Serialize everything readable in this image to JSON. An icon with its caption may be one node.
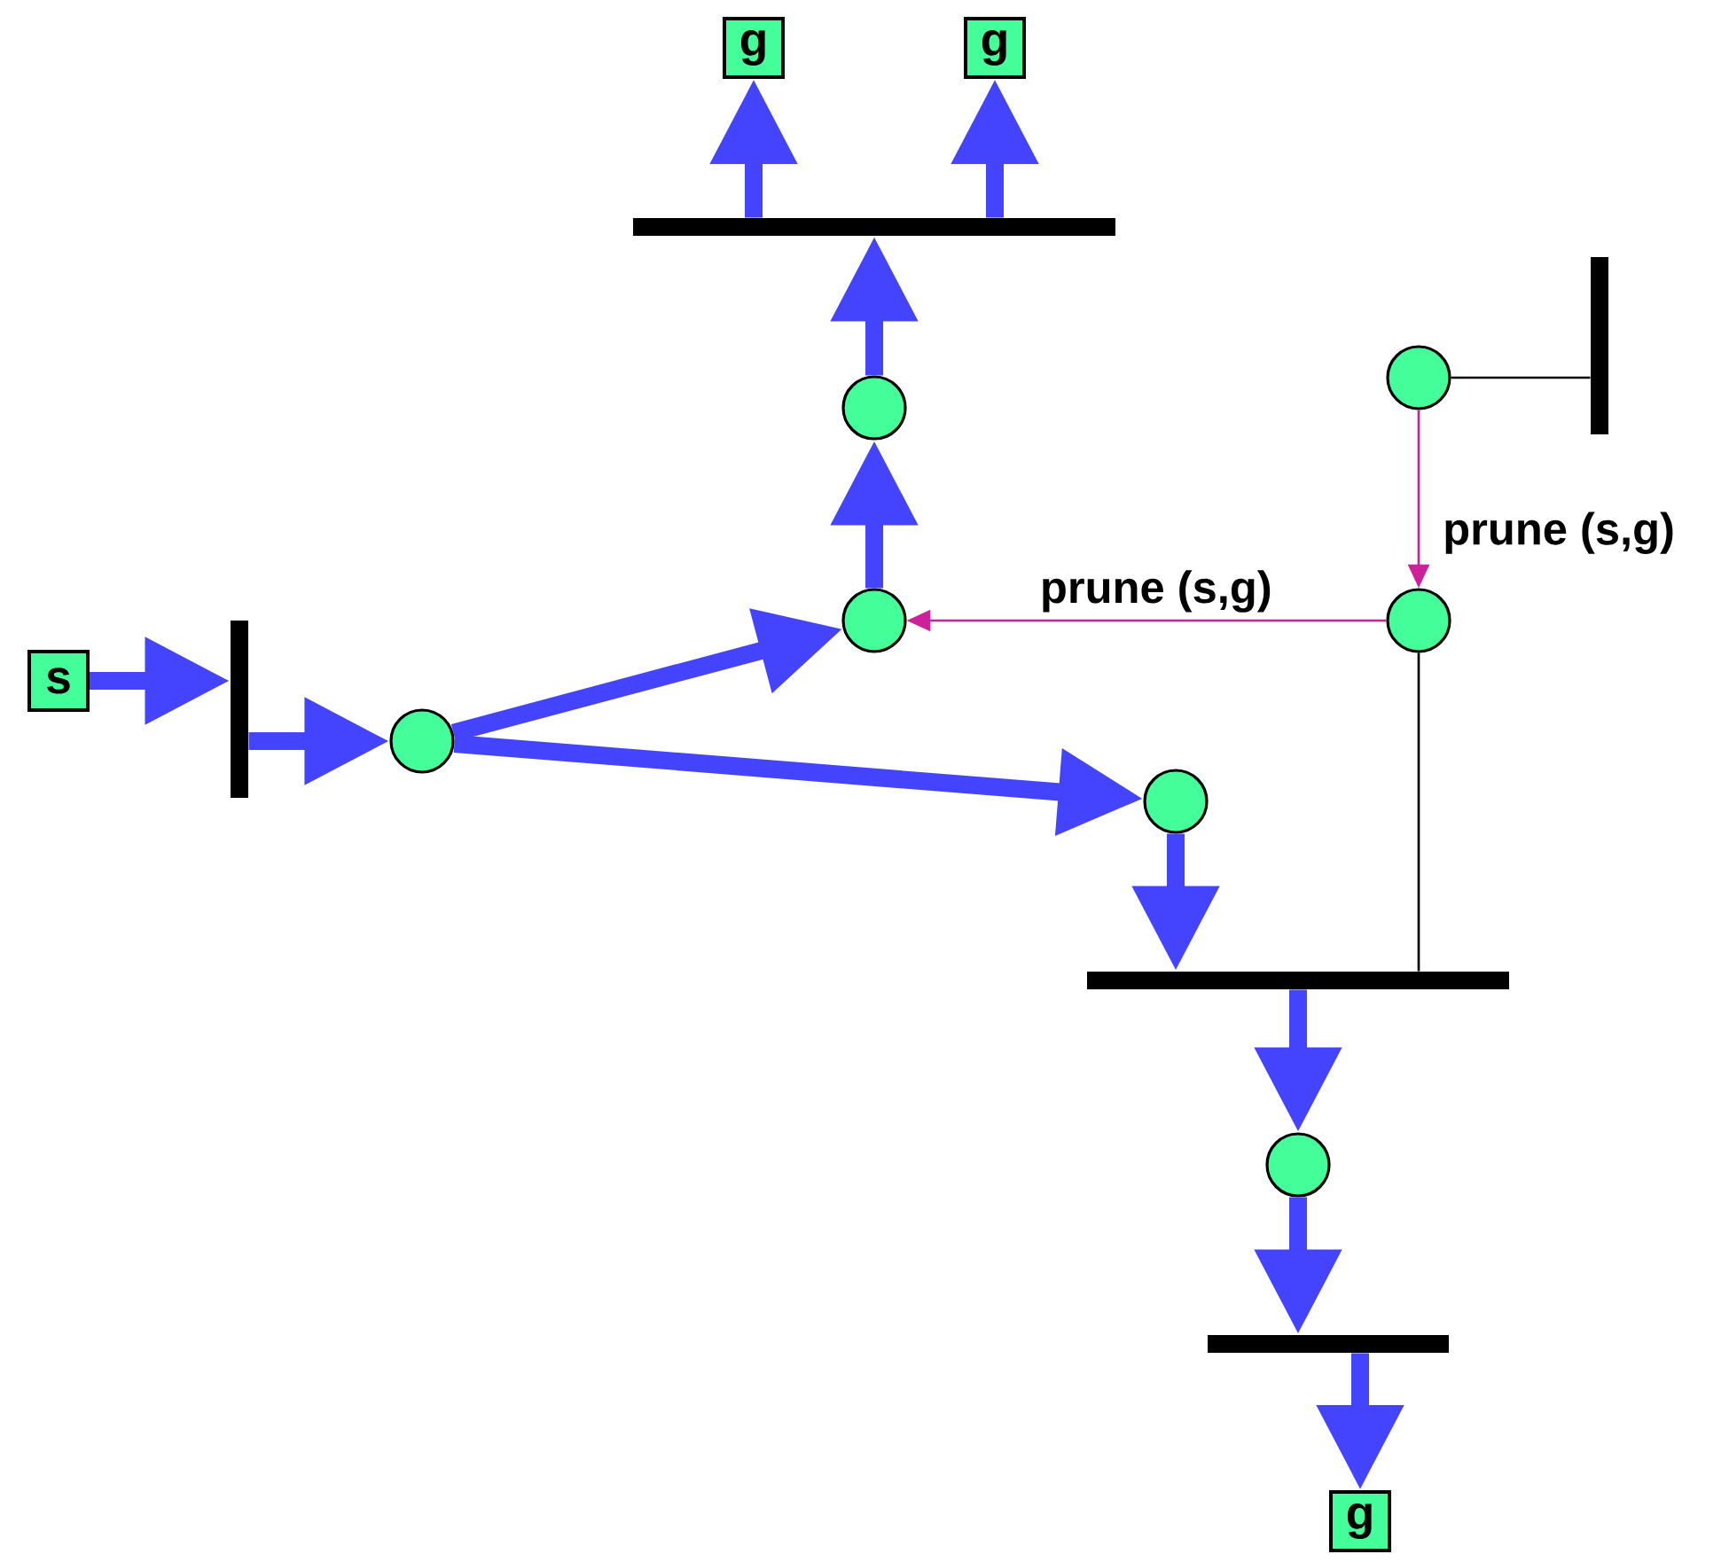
{
  "diagram": {
    "nodes": [
      {
        "text": [
          "g"
        ]
      },
      {
        "text": [
          "g"
        ]
      },
      {
        "text": [],
        "shape": "bar"
      },
      {
        "text": [],
        "shape": "circle"
      },
      {
        "text": [],
        "shape": "bar"
      },
      {
        "text": [],
        "shape": "circle"
      },
      {
        "text": [
          "s"
        ]
      },
      {
        "text": [],
        "shape": "circle"
      },
      {
        "text": [],
        "shape": "circle"
      },
      {
        "text": [],
        "shape": "bar"
      },
      {
        "text": [],
        "shape": "circle"
      },
      {
        "text": [],
        "shape": "circle"
      },
      {
        "text": [],
        "shape": "bar"
      },
      {
        "text": [],
        "shape": "circle"
      },
      {
        "text": [],
        "shape": "bar"
      },
      {
        "text": [
          "g"
        ]
      }
    ],
    "edges": [
      {
        "from": 6,
        "to": 9,
        "arrow": "to"
      },
      {
        "from": 9,
        "to": 10,
        "arrow": "to"
      },
      {
        "from": 10,
        "to": 7,
        "arrow": "to"
      },
      {
        "from": 10,
        "to": 11,
        "arrow": "to"
      },
      {
        "from": 7,
        "to": 3,
        "arrow": "to"
      },
      {
        "from": 3,
        "to": 2,
        "arrow": "to"
      },
      {
        "from": 2,
        "to": 0,
        "arrow": "to"
      },
      {
        "from": 2,
        "to": 1,
        "arrow": "to"
      },
      {
        "from": 11,
        "to": 12,
        "arrow": "to"
      },
      {
        "from": 12,
        "to": 13,
        "arrow": "to"
      },
      {
        "from": 13,
        "to": 14,
        "arrow": "to"
      },
      {
        "from": 14,
        "to": 15,
        "arrow": "to"
      },
      {
        "from": 5,
        "to": 4,
        "arrow": "none",
        "color": "#000000"
      },
      {
        "from": 8,
        "to": 12,
        "arrow": "none",
        "color": "#000000"
      },
      {
        "from": 5,
        "to": 8,
        "arrow": "to",
        "color": "#cc2299",
        "label": "prune (s,g)"
      },
      {
        "from": 8,
        "to": 7,
        "arrow": "to",
        "color": "#cc2299",
        "label": "prune (s,g)"
      }
    ]
  }
}
